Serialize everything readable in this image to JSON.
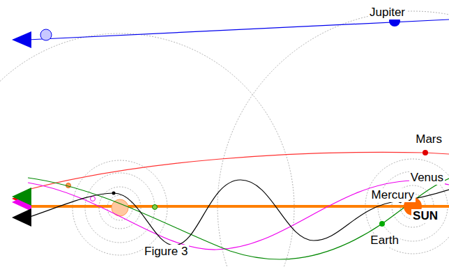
{
  "diagram": {
    "caption": "Figure 3",
    "labels": [
      "Jupiter",
      "Mars",
      "Venus",
      "Mercury",
      "SUN",
      "Earth"
    ]
  }
}
